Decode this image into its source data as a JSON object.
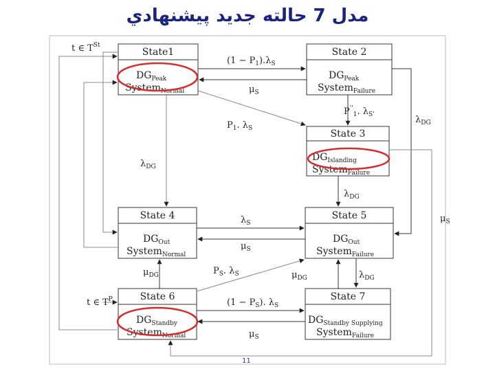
{
  "title": "مدل 7 حالته جديد پيشنهادي",
  "page_number": "11",
  "states": [
    {
      "id": "s1",
      "name": "State1",
      "dg": "DG",
      "dg_sub": "Peak",
      "sys": "System",
      "sys_sub": "Normal"
    },
    {
      "id": "s2",
      "name": "State 2",
      "dg": "DG",
      "dg_sub": "Peak",
      "sys": "System",
      "sys_sub": "Failure"
    },
    {
      "id": "s3",
      "name": "State 3",
      "dg": "DG",
      "dg_sub": "Islanding",
      "sys": "System",
      "sys_sub": "Failure"
    },
    {
      "id": "s4",
      "name": "State 4",
      "dg": "DG",
      "dg_sub": "Out",
      "sys": "System",
      "sys_sub": "Normal"
    },
    {
      "id": "s5",
      "name": "State 5",
      "dg": "DG",
      "dg_sub": "Out",
      "sys": "System",
      "sys_sub": "Failure"
    },
    {
      "id": "s6",
      "name": "State 6",
      "dg": "DG",
      "dg_sub": "Standby",
      "sys": "System",
      "sys_sub": "Normal"
    },
    {
      "id": "s7",
      "name": "State 7",
      "dg": "DG",
      "dg_sub": "Standby Supplying",
      "sys": "System",
      "sys_sub": "Failure"
    }
  ],
  "labels": {
    "t1": "t ∈ T",
    "t1_sup": "St",
    "t2": "t ∈ T",
    "t2_sup": "P",
    "r12": "(1 − P",
    "r12_sub": "1",
    "r12_tail": ").λ",
    "r12_tail_sub": "S",
    "r21": "μ",
    "r21_sub": "S",
    "r13": "P",
    "r13_sub": "1",
    "r13_tail": ". λ",
    "r13_tail_sub": "S",
    "r23": "P",
    "r23_sup": "''",
    "r23_sub": "1",
    "r23_tail": ". λ",
    "r23_tail_sub": "S'",
    "r14": "λ",
    "r14_sub": "DG",
    "r2r": "λ",
    "r2r_sub": "DG",
    "r35": "λ",
    "r35_sub": "DG",
    "r45": "λ",
    "r45_sub": "S",
    "r54": "μ",
    "r54_sub": "S",
    "r5r": "μ",
    "r5r_sub": "S",
    "r46": "μ",
    "r46_sub": "DG",
    "r67d": "P",
    "r67d_sub": "S",
    "r67d_tail": ". λ",
    "r67d_tail_sub": "S",
    "r75": "μ",
    "r75_sub": "DG",
    "r57": "λ",
    "r57_sub": "DG",
    "r67": "(1 − P",
    "r67_sub": "S",
    "r67_tail": "). λ",
    "r67_tail_sub": "S",
    "r76": "μ",
    "r76_sub": "S"
  }
}
